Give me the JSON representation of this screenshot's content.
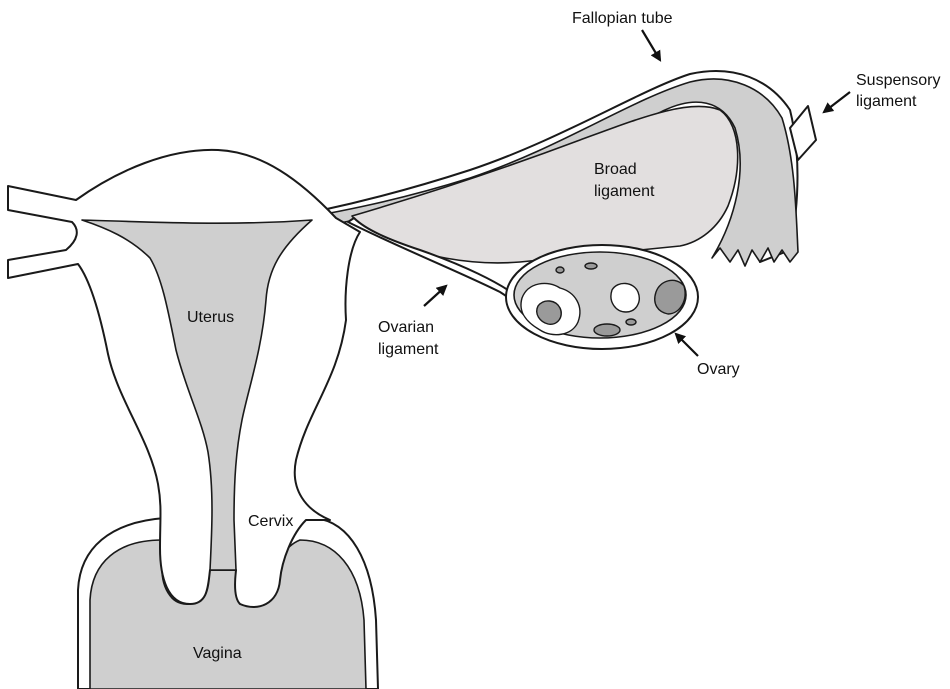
{
  "labels": {
    "fallopian_tube": "Fallopian tube",
    "suspensory_ligament": [
      "Suspensory",
      "ligament"
    ],
    "broad_ligament": [
      "Broad",
      "ligament"
    ],
    "uterus": "Uterus",
    "ovarian_ligament": [
      "Ovarian",
      "ligament"
    ],
    "ovary": "Ovary",
    "cervix": "Cervix",
    "vagina": "Vagina"
  },
  "colors": {
    "tissue_grey": "#cfcfcf",
    "ligament_grey": "#e2dfdf",
    "follicle_dark": "#9a9a9a",
    "outline": "#1a1a1a"
  }
}
